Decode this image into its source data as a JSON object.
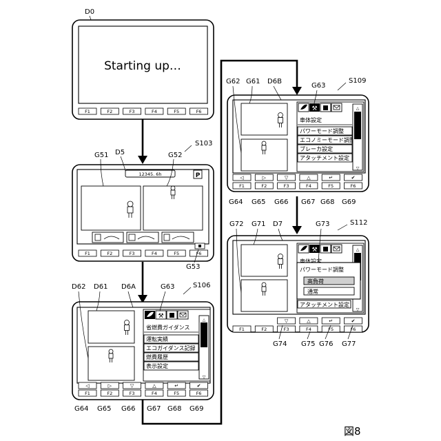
{
  "figure_label": "図8",
  "fkeys": [
    "F1",
    "F2",
    "F3",
    "F4",
    "F5",
    "F6"
  ],
  "d0": {
    "id": "D0",
    "text": "Starting up…"
  },
  "d5": {
    "step": "S103",
    "screen": "D5",
    "hour_meter": "12345. 6h",
    "p_badge": "P",
    "refs": {
      "g51": "G51",
      "g52": "G52",
      "g53": "G53"
    }
  },
  "d6a": {
    "step": "S106",
    "screen": "D6A",
    "menu_title": "省燃費ガイダンス",
    "menu_items": [
      "運転実績",
      "エコガイダンス記録",
      "燃費履歴",
      "表示設定"
    ],
    "refs": {
      "d62": "D62",
      "d61": "D61",
      "g63": "G63",
      "g64": "G64",
      "g65": "G65",
      "g66": "G66",
      "g67": "G67",
      "g68": "G68",
      "g69": "G69"
    }
  },
  "d6b": {
    "step": "S109",
    "screen": "D6B",
    "menu_title": "車体設定",
    "menu_items": [
      "パワーモード調整",
      "エコノミーモード調整",
      "ブレーカ設定",
      "アタッチメント設定"
    ],
    "refs": {
      "g62": "G62",
      "g61": "G61",
      "g63": "G63",
      "g64": "G64",
      "g65": "G65",
      "g66": "G66",
      "g67": "G67",
      "g68": "G68",
      "g69": "G69"
    }
  },
  "d7": {
    "step": "S112",
    "screen": "D7",
    "back_title": "車体設定",
    "popup_title": "パワーモード調整",
    "options": [
      "高負荷",
      "通常"
    ],
    "bottom_item": "アタッチメント設定",
    "refs": {
      "g72": "G72",
      "g71": "G71",
      "g73": "G73",
      "g74": "G74",
      "g75": "G75",
      "g76": "G76",
      "g77": "G77"
    }
  }
}
